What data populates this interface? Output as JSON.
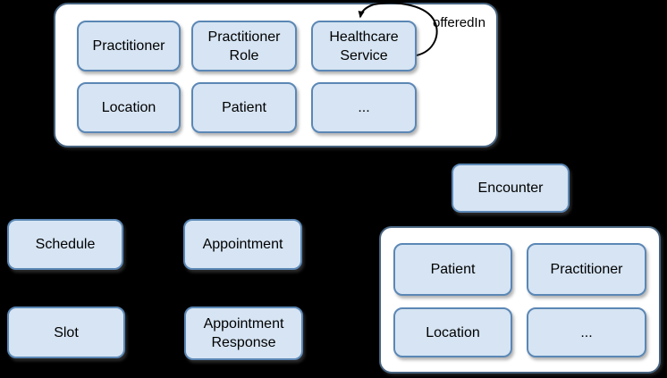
{
  "colors": {
    "background": "#000000",
    "box_fill": "#d6e4f3",
    "box_border": "#5b87b5",
    "container_fill": "#ffffff",
    "container_border": "#47637f",
    "arrow": "#000000",
    "label_text": "#000000"
  },
  "top_container": {
    "row1": [
      "Practitioner",
      "Practitioner Role",
      "Healthcare Service"
    ],
    "row2": [
      "Location",
      "Patient",
      "..."
    ]
  },
  "self_loop": {
    "label": "offeredIn"
  },
  "nodes": {
    "encounter": "Encounter",
    "schedule": "Schedule",
    "appointment": "Appointment",
    "slot": "Slot",
    "appointment_response": "Appointment Response"
  },
  "bottom_container": {
    "row1": [
      "Patient",
      "Practitioner"
    ],
    "row2": [
      "Location",
      "..."
    ]
  }
}
